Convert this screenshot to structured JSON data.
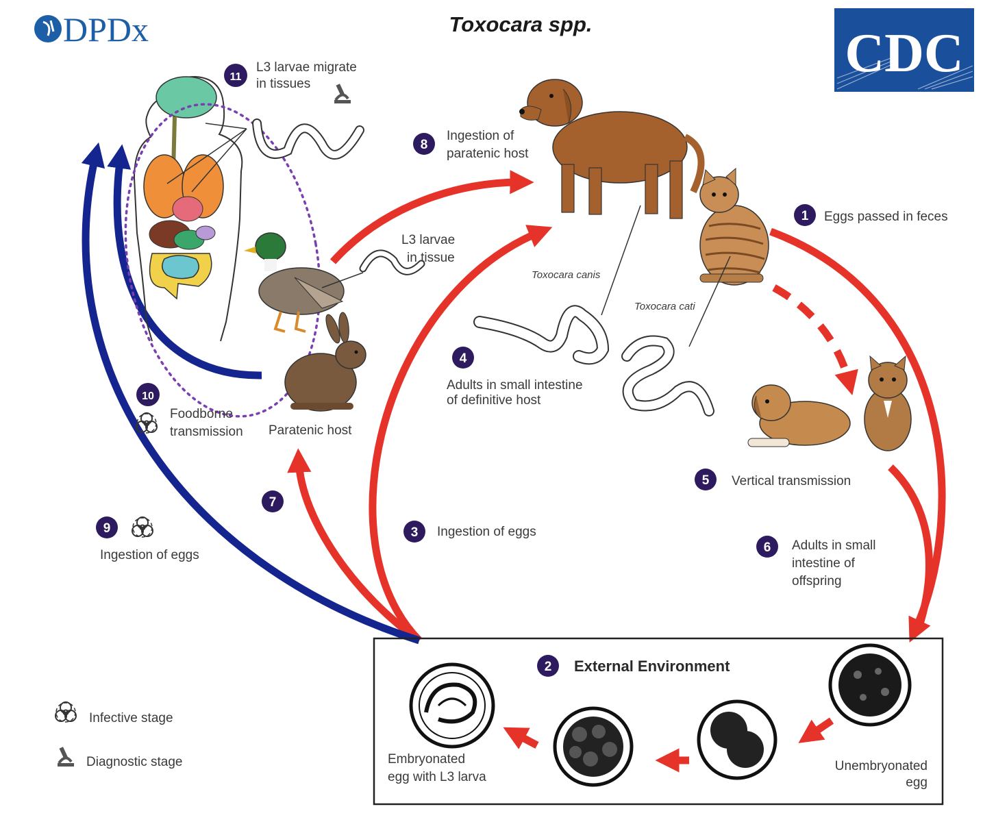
{
  "title": "Toxocara spp.",
  "logos": {
    "left": "DPDx",
    "right": "CDC"
  },
  "colors": {
    "red_arrow": "#e5332a",
    "blue_arrow": "#15258f",
    "badge": "#2e1a5e",
    "dotted_ellipse": "#7a3fb0",
    "cdc_blue": "#1a4f9c",
    "dpdx_blue": "#1d5fa6"
  },
  "steps": [
    {
      "num": "1",
      "label": "Eggs passed in feces"
    },
    {
      "num": "2",
      "label": "External Environment"
    },
    {
      "num": "3",
      "label": "Ingestion of eggs"
    },
    {
      "num": "4",
      "line1": "Adults in small intestine",
      "line2": "of definitive host"
    },
    {
      "num": "5",
      "label": "Vertical transmission"
    },
    {
      "num": "6",
      "line1": "Adults in small",
      "line2": "intestine of",
      "line3": "offspring"
    },
    {
      "num": "7",
      "label": ""
    },
    {
      "num": "8",
      "line1": "Ingestion of",
      "line2": "paratenic host"
    },
    {
      "num": "9",
      "label": "Ingestion of eggs"
    },
    {
      "num": "10",
      "line1": "Foodborne",
      "line2": "transmission"
    },
    {
      "num": "11",
      "line1": "L3 larvae migrate",
      "line2": "in tissues"
    }
  ],
  "labels": {
    "l3_tissue_line1": "L3 larvae",
    "l3_tissue_line2": "in tissue",
    "toxocara_canis": "Toxocara canis",
    "toxocara_cati": "Toxocara cati",
    "paratenic_host": "Paratenic host",
    "embryonated_line1": "Embryonated",
    "embryonated_line2": "egg with L3 larva",
    "unembryonated_line1": "Unembryonated",
    "unembryonated_line2": "egg"
  },
  "legend": {
    "infective": "Infective stage",
    "diagnostic": "Diagnostic stage"
  },
  "icons": [
    "biohazard-icon",
    "microscope-icon"
  ]
}
